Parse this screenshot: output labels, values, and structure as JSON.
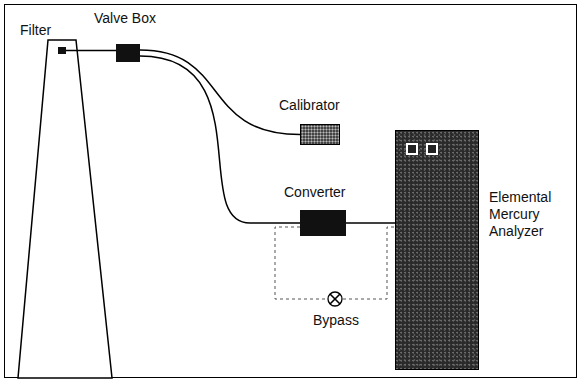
{
  "diagram": {
    "nodes": [
      {
        "text": [
          "Filter"
        ]
      },
      {
        "text": [
          "Valve Box"
        ]
      },
      {
        "text": [
          "Calibrator"
        ]
      },
      {
        "text": [
          "Converter"
        ]
      },
      {
        "text": [
          "Bypass"
        ]
      },
      {
        "text": [
          "Elemental Mercury Analyzer"
        ]
      }
    ],
    "edges": [
      {
        "from": 0,
        "to": 1,
        "arrow": "none"
      },
      {
        "from": 1,
        "to": 2,
        "arrow": "none"
      },
      {
        "from": 1,
        "to": 3,
        "arrow": "none"
      },
      {
        "from": 3,
        "to": 5,
        "arrow": "none"
      },
      {
        "from": 3,
        "to": 4,
        "arrow": "none"
      },
      {
        "from": 4,
        "to": 5,
        "arrow": "none"
      }
    ]
  }
}
